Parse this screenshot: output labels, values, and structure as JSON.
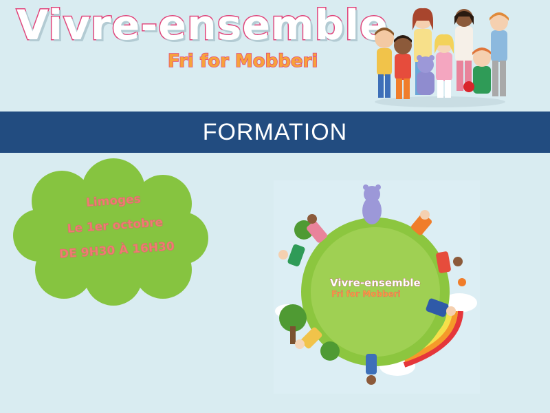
{
  "header": {
    "title": "Vivre-ensemble",
    "subtitle": "Fri for Mobberi",
    "illustration_icon": "children-group-illustration"
  },
  "banner": {
    "label": "FORMATION"
  },
  "event": {
    "place": "Limoges",
    "date": "Le 1er octobre",
    "hours": "DE 9H30 À 16H30"
  },
  "poster": {
    "title": "Vivre-ensemble",
    "subtitle": "Fri for Mobberi",
    "illustration_icon": "globe-children-illustration"
  },
  "colors": {
    "background": "#d9ecf1",
    "banner": "#224c80",
    "cloud": "#86c440",
    "title_outline": "#e0457b",
    "subtitle": "#f7a23b",
    "event_text": "#f07d73"
  }
}
